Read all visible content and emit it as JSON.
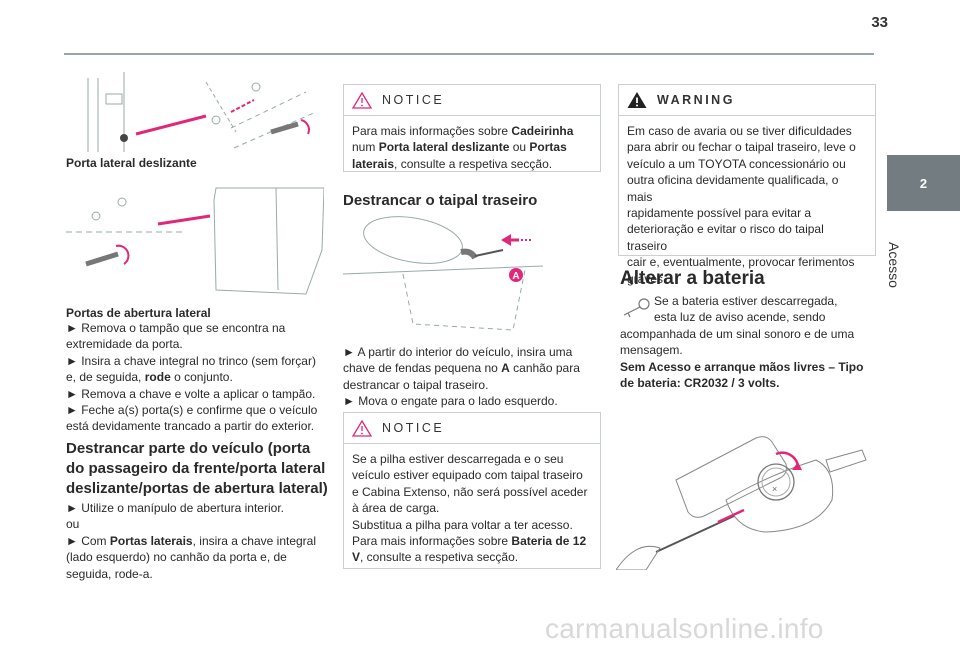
{
  "page_number": "33",
  "side_tab": {
    "number": "2",
    "label": "Acesso"
  },
  "col1": {
    "caption1": "Porta lateral deslizante",
    "caption2": "Portas de abertura lateral",
    "steps": [
      [
        "► Remova o tampão que se encontra na",
        "extremidade da porta."
      ],
      [
        "► Insira a chave integral no trinco (sem forçar)",
        "e, de seguida, ",
        "rode",
        " o conjunto."
      ],
      [
        "► Remova a chave e volte a aplicar o tampão."
      ],
      [
        "► Feche a(s) porta(s) e confirme que o veículo",
        "está devidamente trancado a partir do exterior."
      ]
    ],
    "heading": [
      "Destrancar parte do veículo (porta",
      "do passageiro da frente/porta lateral",
      "deslizante/portas de abertura lateral)"
    ],
    "p1": "► Utilize o manípulo de abertura interior.",
    "ou": "ou",
    "p2_pre": "► Com ",
    "p2_bold": "Portas laterais",
    "p2_post": ", insira a chave integral",
    "p2_line2": "(lado esquerdo) no canhão da porta e, de",
    "p2_line3": "seguida, rode-a."
  },
  "col2": {
    "notice1": {
      "title": "NOTICE",
      "l1": "Para mais informações sobre ",
      "l1b": "Cadeirinha",
      "l2": "num ",
      "l2b": "Porta lateral deslizante",
      "l2c": " ou ",
      "l2d": "Portas",
      "l3b": "laterais",
      "l3": ", consulte a respetiva secção."
    },
    "heading": "Destrancar o taipal traseiro",
    "label_a": "A",
    "p1": "► A partir do interior do veículo, insira uma",
    "p1_2_pre": "chave de fendas pequena no ",
    "p1_2_b": "A",
    "p1_2_post": " canhão para",
    "p1_3": "destrancar o taipal traseiro.",
    "p2": "► Mova o engate para o lado esquerdo.",
    "notice2": {
      "title": "NOTICE",
      "lines": [
        "Se a pilha estiver descarregada e o seu",
        "veículo estiver equipado com taipal traseiro",
        "e Cabina Extenso, não será possível aceder",
        "à área de carga.",
        "Substitua a pilha para voltar a ter acesso.",
        "Para mais informações sobre "
      ],
      "b1": "Bateria de 12",
      "b2": "V",
      "end": ", consulte a respetiva secção."
    }
  },
  "col3": {
    "warning": {
      "title": "WARNING",
      "lines": [
        "Em caso de avaria ou se tiver dificuldades",
        "para abrir ou fechar o taipal traseiro, leve o",
        "veículo a um TOYOTA concessionário ou",
        "outra oficina devidamente qualificada, o mais",
        "rapidamente possível para evitar a",
        "deterioração e evitar o risco do taipal traseiro",
        "cair e, eventualmente, provocar ferimentos",
        "graves."
      ]
    },
    "heading": "Alterar a bateria",
    "p1": [
      "Se a bateria estiver descarregada,",
      "esta luz de aviso acende, sendo"
    ],
    "p1_rest": [
      "acompanhada de um sinal sonoro e de uma",
      "mensagem."
    ],
    "subheading": [
      "Sem Acesso e arranque mãos livres – Tipo",
      "de bateria: CR2032 / 3 volts."
    ]
  },
  "watermark": "carmanualsonline.info",
  "colors": {
    "accent": "#e0277a",
    "rule": "#9aa5a9",
    "tab": "#737c80"
  }
}
